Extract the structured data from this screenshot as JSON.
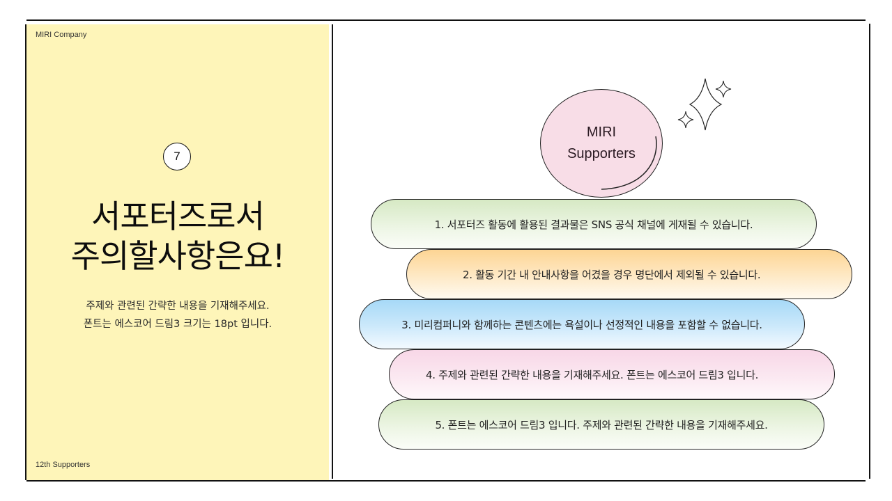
{
  "left_panel": {
    "company": "MIRI Company",
    "page_number": "7",
    "title": "서포터즈로서\n주의할사항은요!",
    "description": "주제와 관련된 간략한 내용을 기재해주세요.\n폰트는 에스코어 드림3 크기는 18pt 입니다.",
    "footer": "12th Supporters",
    "background_color": "#fef5b9"
  },
  "right_panel": {
    "badge": {
      "text": "MIRI\nSupporters",
      "color": "#f8dde7",
      "icon": "sparkle-icon"
    },
    "items": [
      {
        "label": "1. 서포터즈 활동에 활용된 결과물은 SNS 공식 채널에 게재될 수 있습니다.",
        "color": "#d6e9c4"
      },
      {
        "label": "2. 활동 기간 내 안내사항을 어겼을 경우 명단에서 제외될 수 있습니다.",
        "color": "#fdd594"
      },
      {
        "label": "3. 미리컴퍼니와 함께하는 콘텐츠에는 욕설이나 선정적인 내용을 포함할 수 없습니다.",
        "color": "#a6d9f7"
      },
      {
        "label": "4. 주제와 관련된 간략한 내용을 기재해주세요. 폰트는 에스코어 드림3 입니다.",
        "color": "#f8d7e7"
      },
      {
        "label": "5. 폰트는 에스코어 드림3 입니다. 주제와 관련된 간략한 내용을 기재해주세요.",
        "color": "#d6e9c4"
      }
    ]
  }
}
